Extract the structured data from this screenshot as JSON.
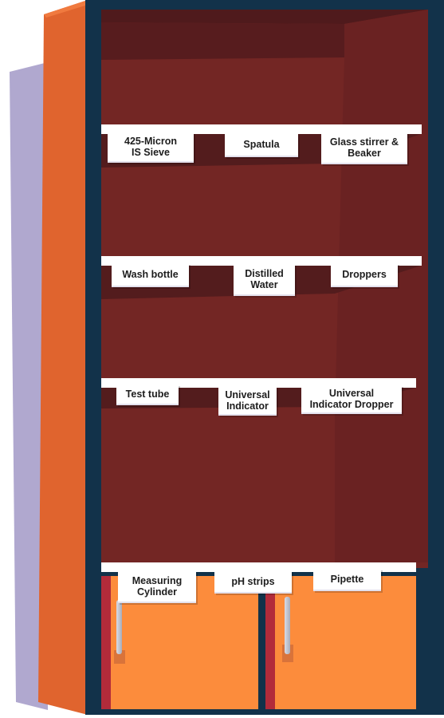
{
  "colors": {
    "frame": "#12324a",
    "side_panel": "#e0642e",
    "shadow": "#b0a8cf",
    "interior": "#732624",
    "interior_dark": "#5c1e1f",
    "door": "#fc8c3c",
    "door_edge": "#b22b3a",
    "label_bg": "#ffffff"
  },
  "shelves": [
    {
      "labels": [
        "425-Micron\nIS Sieve",
        "Spatula",
        "Glass stirrer &\nBeaker"
      ]
    },
    {
      "labels": [
        "Wash bottle",
        "Distilled\nWater",
        "Droppers"
      ]
    },
    {
      "labels": [
        "Test tube",
        "Universal\nIndicator",
        "Universal\nIndicator Dropper"
      ]
    },
    {
      "labels": [
        "Measuring\nCylinder",
        "pH strips",
        "Pipette"
      ]
    }
  ],
  "icons": {
    "left_door_handle": "door-handle-icon",
    "right_door_handle": "door-handle-icon"
  }
}
